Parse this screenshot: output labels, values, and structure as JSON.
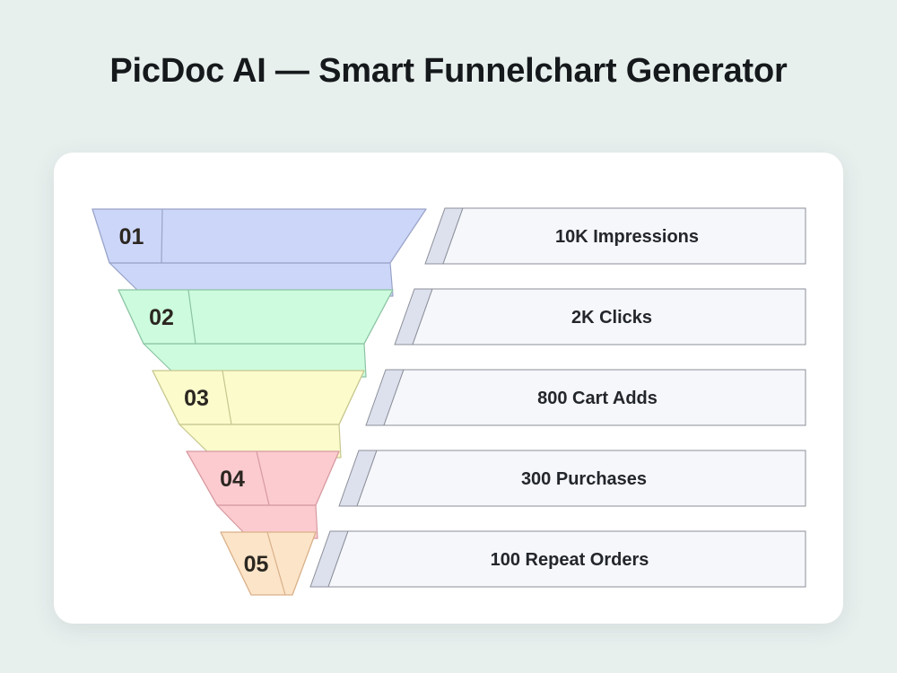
{
  "header": {
    "title": "PicDoc AI — Smart Funnelchart Generator"
  },
  "theme": {
    "page_background": "#e8f0ee",
    "card_background": "#ffffff",
    "title_color": "#16191c",
    "panel_fill": "#f5f7fb",
    "panel_accent": "#dde1ee",
    "panel_stroke": "#8c8f99",
    "number_color": "#2b2620",
    "label_color": "#23262b"
  },
  "chart_data": {
    "type": "funnel",
    "title": "PicDoc AI — Smart Funnelchart Generator",
    "xlabel": "",
    "ylabel": "",
    "legend": "none",
    "grid": false,
    "stages": [
      {
        "index": "01",
        "label": "10K Impressions",
        "value": 10000,
        "value_display": "10K",
        "metric": "Impressions",
        "color": "#ccd6f9",
        "stroke": "#9aa4c8"
      },
      {
        "index": "02",
        "label": "2K Clicks",
        "value": 2000,
        "value_display": "2K",
        "metric": "Clicks",
        "color": "#ccfcdd",
        "stroke": "#8cc3a4"
      },
      {
        "index": "03",
        "label": "800 Cart Adds",
        "value": 800,
        "value_display": "800",
        "metric": "Cart Adds",
        "color": "#fbfbcc",
        "stroke": "#c6c68e"
      },
      {
        "index": "04",
        "label": "300 Purchases",
        "value": 300,
        "value_display": "300",
        "metric": "Purchases",
        "color": "#fbcbd0",
        "stroke": "#d79aa0"
      },
      {
        "index": "05",
        "label": "100 Repeat Orders",
        "value": 100,
        "value_display": "100",
        "metric": "Repeat Orders",
        "color": "#fce4c8",
        "stroke": "#d9b089"
      }
    ]
  }
}
